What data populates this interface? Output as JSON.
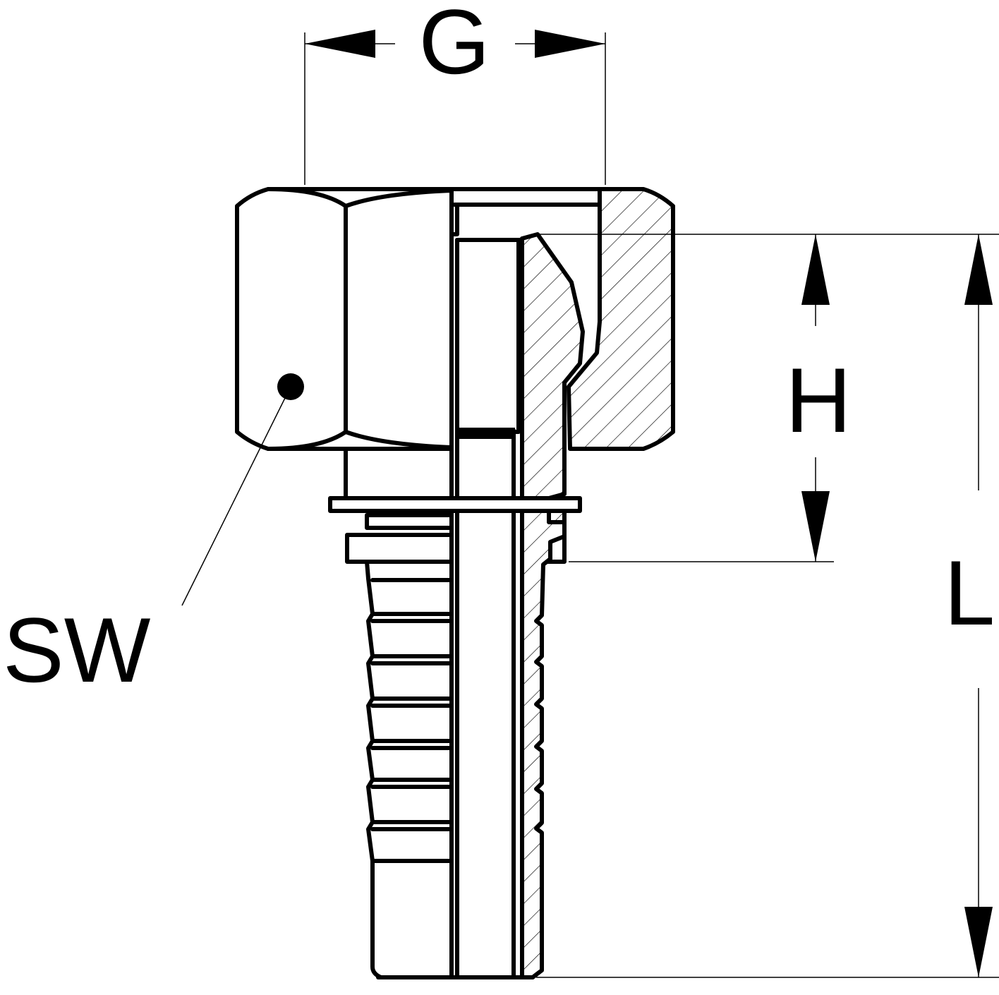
{
  "drawing": {
    "title": "",
    "labels": {
      "g": "G",
      "h": "H",
      "l": "L",
      "sw": "SW"
    }
  },
  "colors": {
    "ink": "#000000",
    "paper": "#ffffff"
  }
}
